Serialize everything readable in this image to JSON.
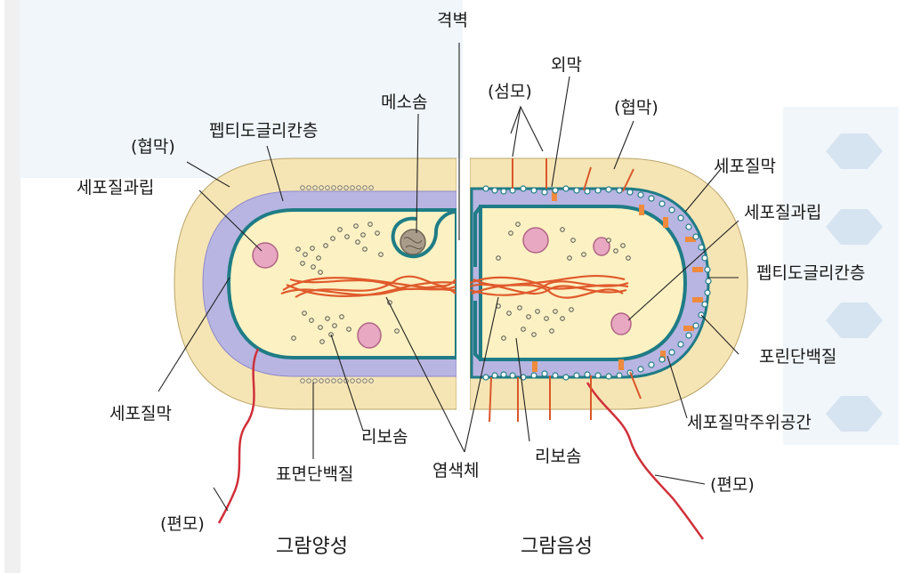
{
  "labels": {
    "cell_wall": "격벽",
    "outer_membrane": "외막",
    "pili": "(섬모)",
    "mesosome": "메소솜",
    "capsule_left": "(협막)",
    "capsule_right": "(협막)",
    "peptidoglycan_left": "펩티도글리칸층",
    "peptidoglycan_right": "펩티도글리칸층",
    "granule_left": "세포질과립",
    "granule_right": "세포질과립",
    "membrane_left": "세포질막",
    "membrane_right": "세포질막",
    "porin": "포린단백질",
    "periplasm": "세포질막주위공간",
    "ribosome_left": "리보솜",
    "ribosome_right": "리보솜",
    "surface_protein": "표면단백질",
    "chromosome": "염색체",
    "flagellum_left": "(편모)",
    "flagellum_right": "(편모)"
  },
  "captions": {
    "gram_positive": "그람양성",
    "gram_negative": "그람음성"
  },
  "colors": {
    "capsule": "#f6e5b4",
    "peptidoglycan": "#b8b5e2",
    "membrane": "#1f7c86",
    "cytoplasm": "#fbf1c2",
    "chromosome": "#e05a2c",
    "granule": "#e9a8c2",
    "flagellum": "#d0303a",
    "porin": "#f08a3c",
    "background_wash": "#e4eef6"
  }
}
